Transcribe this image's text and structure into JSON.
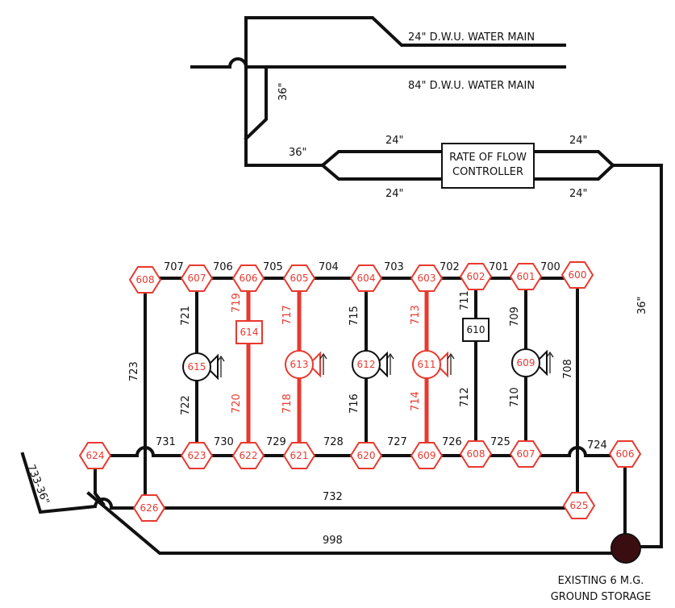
{
  "colors": {
    "pipe": "#111111",
    "highlight": "#e8392f",
    "storage": "#3a0e10",
    "background": "#ffffff"
  },
  "top": {
    "main_24": "24\" D.W.U. WATER MAIN",
    "main_84": "84\" D.W.U. WATER MAIN",
    "size_36_vertical": "36\"",
    "size_36_left": "36\"",
    "size_24_top_left": "24\"",
    "size_24_top_right": "24\"",
    "size_24_bottom_left": "24\"",
    "size_24_bottom_right": "24\"",
    "controller_line1": "RATE OF FLOW",
    "controller_line2": "CONTROLLER",
    "size_36_right": "36\""
  },
  "pipes": {
    "p700": "700",
    "p701": "701",
    "p702": "702",
    "p703": "703",
    "p704": "704",
    "p705": "705",
    "p706": "706",
    "p707": "707",
    "p708": "708",
    "p709": "709",
    "p710": "710",
    "p711": "711",
    "p712": "712",
    "p713": "713",
    "p714": "714",
    "p715": "715",
    "p716": "716",
    "p717": "717",
    "p718": "718",
    "p719": "719",
    "p720": "720",
    "p721": "721",
    "p722": "722",
    "p723": "723",
    "p724": "724",
    "p725": "725",
    "p726": "726",
    "p727": "727",
    "p728": "728",
    "p729": "729",
    "p730": "730",
    "p731": "731",
    "p732": "732",
    "p733": "733-36\"",
    "p998": "998"
  },
  "nodes": {
    "n608t": "608",
    "n607t": "607",
    "n606t": "606",
    "n605t": "605",
    "n604t": "604",
    "n603t": "603",
    "n602t": "602",
    "n601t": "601",
    "n600t": "600",
    "n624": "624",
    "n623": "623",
    "n622": "622",
    "n621": "621",
    "n620": "620",
    "n609b": "609",
    "n608b": "608",
    "n607b": "607",
    "n606b": "606",
    "n626": "626",
    "n625": "625"
  },
  "pumps": {
    "p615": "615",
    "p613": "613",
    "p612": "612",
    "p611": "611",
    "p609": "609"
  },
  "valves": {
    "v614": "614",
    "v610": "610"
  },
  "storage": {
    "line1": "EXISTING 6 M.G.",
    "line2": "GROUND STORAGE"
  }
}
